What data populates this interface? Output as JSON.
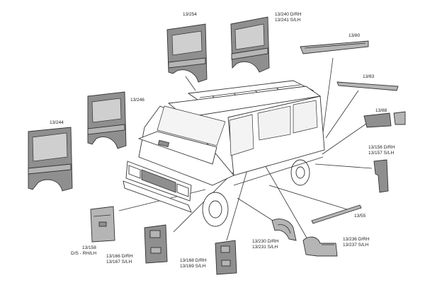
{
  "labels": {
    "l_13_254": "13/254",
    "l_13_240": "13/240 D/RH",
    "l_13_241": "13/241 S/LH",
    "l_13_80": "13/80",
    "l_13_83": "13/83",
    "l_13_88": "13/88",
    "l_13_246": "13/246",
    "l_13_244": "13/244",
    "l_13_156": "13/156 D/RH",
    "l_13_157_top": "13/157 S/LH",
    "l_13_55": "13/55",
    "l_13_158a": "13/158",
    "l_13_158b": "D/S - RH/LH",
    "l_13_166": "13/166 D/RH",
    "l_13_167": "13/167 S/LH",
    "l_13_168": "13/168 D/RH",
    "l_13_169": "13/169 S/LH",
    "l_13_230": "13/230 D/RH",
    "l_13_231": "13/231 S/LH",
    "l_13_236": "13/236 D/RH",
    "l_13_237": "13/237 S/LH"
  },
  "colors": {
    "panel": "#8f8f8f",
    "panel_light": "#b5b5b5",
    "line": "#333333",
    "background": "#ffffff"
  }
}
